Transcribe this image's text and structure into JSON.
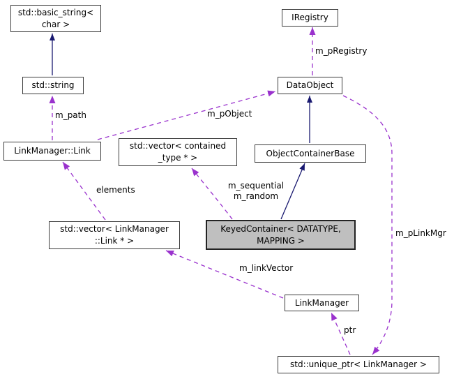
{
  "colors": {
    "inheritance_edge": "#191970",
    "usage_edge": "#9a32cd",
    "node_border": "#3c3c3c",
    "node_fill": "#ffffff",
    "focus_node_fill": "#bfbfbf",
    "text": "#000000"
  },
  "nodes": {
    "basic_string": {
      "lines": [
        "std::basic_string<",
        "char >"
      ]
    },
    "std_string": {
      "label": "std::string"
    },
    "iregistry": {
      "label": "IRegistry"
    },
    "data_object": {
      "label": "DataObject"
    },
    "link_manager_link": {
      "label": "LinkManager::Link"
    },
    "vector_contained_type": {
      "lines": [
        "std::vector< contained",
        "_type * >"
      ]
    },
    "object_container_base": {
      "label": "ObjectContainerBase"
    },
    "keyed_container": {
      "lines": [
        "KeyedContainer< DATATYPE,",
        "MAPPING >"
      ]
    },
    "vector_linkmanager_link": {
      "lines": [
        "std::vector< LinkManager",
        "::Link * >"
      ]
    },
    "link_manager": {
      "label": "LinkManager"
    },
    "unique_ptr": {
      "label": "std::unique_ptr< LinkManager >"
    }
  },
  "edge_labels": {
    "m_pRegistry": "m_pRegistry",
    "m_path": "m_path",
    "m_pObject": "m_pObject",
    "elements": "elements",
    "m_sequential_m_random": {
      "lines": [
        "m_sequential",
        "m_random"
      ]
    },
    "m_pLinkMgr": "m_pLinkMgr",
    "m_linkVector": "m_linkVector",
    "ptr": "ptr"
  }
}
